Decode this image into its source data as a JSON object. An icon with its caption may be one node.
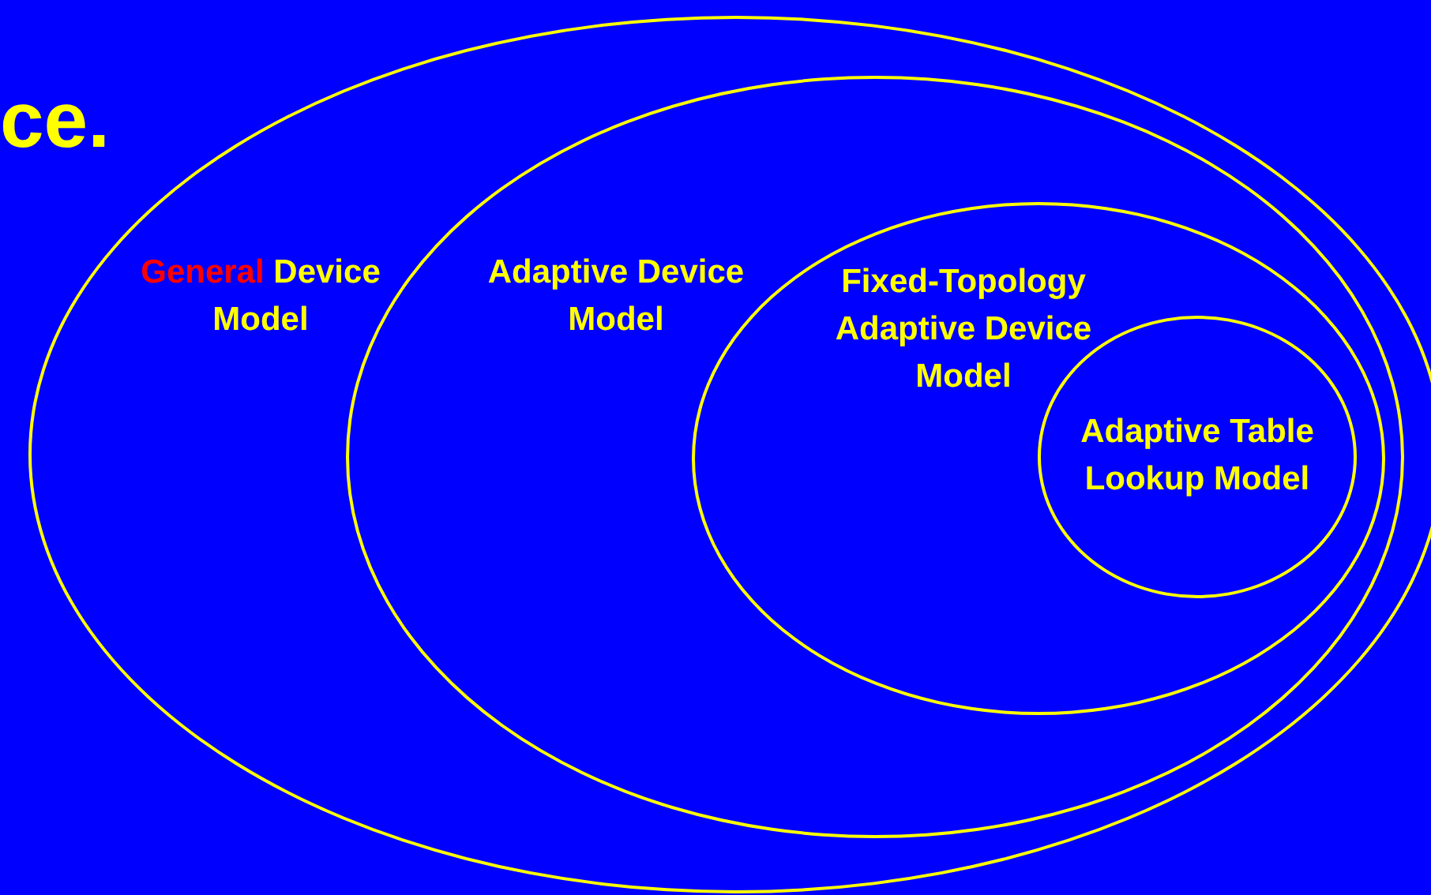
{
  "diagram": {
    "nodes": [
      {
        "text": [
          "General Device Model"
        ]
      },
      {
        "text": [
          "Adaptive Device Model"
        ],
        "in": 0
      },
      {
        "text": [
          "Fixed-Topology Adaptive Device Model"
        ],
        "in": 1
      },
      {
        "text": [
          "Adaptive Table Lookup Model"
        ],
        "in": 2
      }
    ],
    "labels": [
      "ce."
    ]
  }
}
